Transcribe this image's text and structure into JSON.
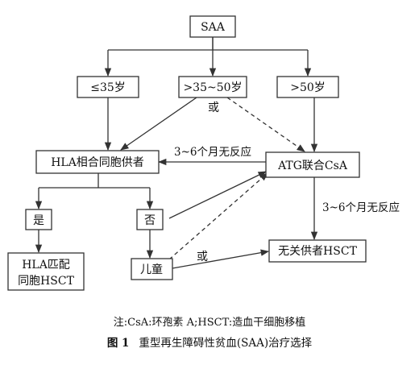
{
  "nodes": {
    "saa": "SAA",
    "age_le35": "≤35岁",
    "age_35_50": ">35~50岁",
    "age_gt50": ">50岁",
    "hla_donor": "HLA相合同胞供者",
    "atg_csa": "ATG联合CsA",
    "yes": "是",
    "no": "否",
    "hla_hsct_line1": "HLA匹配",
    "hla_hsct_line2": "同胞HSCT",
    "child": "儿童",
    "unrelated_hsct": "无关供者HSCT"
  },
  "edge_labels": {
    "or_top": "或",
    "or_bottom": "或",
    "no_response_left": "3~6个月无反应",
    "no_response_right": "3~6个月无反应"
  },
  "footer": {
    "note": "注:CsA:环孢素 A;HSCT:造血干细胞移植",
    "figure_label": "图 1",
    "caption": "重型再生障碍性贫血(SAA)治疗选择"
  }
}
